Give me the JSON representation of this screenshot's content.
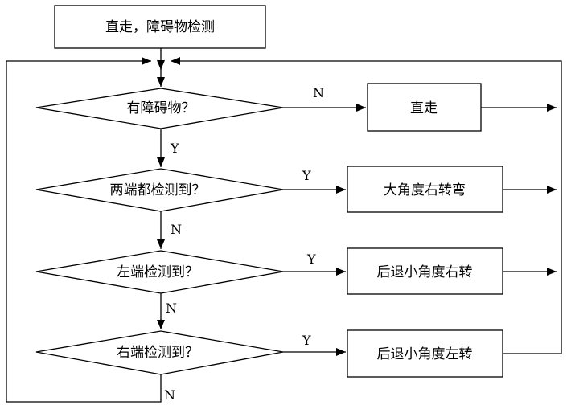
{
  "flowchart": {
    "start_box": {
      "label": "直走，障碍物检测"
    },
    "decisions": [
      {
        "id": "obstacle",
        "label": "有障碍物？"
      },
      {
        "id": "both-ends",
        "label": "两端都检测到？"
      },
      {
        "id": "left-end",
        "label": "左端检测到？"
      },
      {
        "id": "right-end",
        "label": "右端检测到？"
      }
    ],
    "actions": [
      {
        "id": "straight",
        "label": "直走"
      },
      {
        "id": "big-right-turn",
        "label": "大角度右转弯"
      },
      {
        "id": "back-small-right",
        "label": "后退小角度右转"
      },
      {
        "id": "back-small-left",
        "label": "后退小角度左转"
      }
    ],
    "edge_labels": {
      "obstacle_no": "N",
      "obstacle_yes": "Y",
      "both_yes": "Y",
      "both_no": "N",
      "left_yes": "Y",
      "left_no": "N",
      "right_yes": "Y",
      "right_no": "N"
    }
  }
}
